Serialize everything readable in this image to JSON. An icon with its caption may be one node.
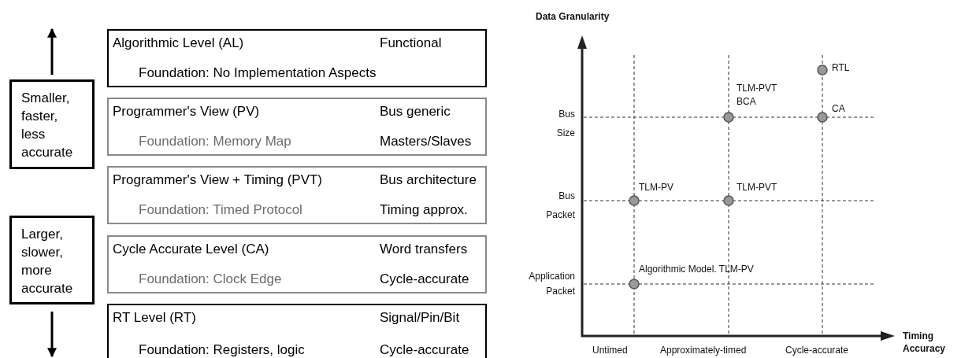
{
  "diagram": {
    "nodes": [
      {
        "text": [
          "Algorithmic Level (AL)",
          "Functional",
          "Foundation: No Implementation Aspects"
        ]
      },
      {
        "text": [
          "Programmer's View (PV)",
          "Bus generic",
          "Foundation: Memory Map",
          "Masters/Slaves"
        ]
      },
      {
        "text": [
          "Programmer's View + Timing (PVT)",
          "Bus architecture",
          "Foundation: Timed Protocol",
          "Timing approx."
        ]
      },
      {
        "text": [
          "Cycle Accurate Level (CA)",
          "Word transfers",
          "Foundation: Clock Edge",
          "Cycle-accurate"
        ]
      },
      {
        "text": [
          "RT Level (RT)",
          "Signal/Pin/Bit",
          "Foundation: Registers, logic",
          "Cycle-accurate"
        ]
      },
      {
        "text": [
          "Smaller, faster, less accurate"
        ]
      },
      {
        "text": [
          "Larger, slower, more accurate"
        ]
      }
    ],
    "edges": [
      {
        "from": 5,
        "to": null,
        "arrow": "to"
      },
      {
        "from": 6,
        "to": null,
        "arrow": "to"
      }
    ],
    "labels": [
      "Data Granularity",
      "RTL",
      "TLM-PVT BCA",
      "Bus Size",
      "CA",
      "TLM-PV",
      "TLM-PVT",
      "Bus Packet",
      "Algorithmic Model. TLM-PV",
      "Application Packet",
      "Untimed",
      "Approximately-timed",
      "Cycle-accurate",
      "Timing Accuracy"
    ]
  }
}
